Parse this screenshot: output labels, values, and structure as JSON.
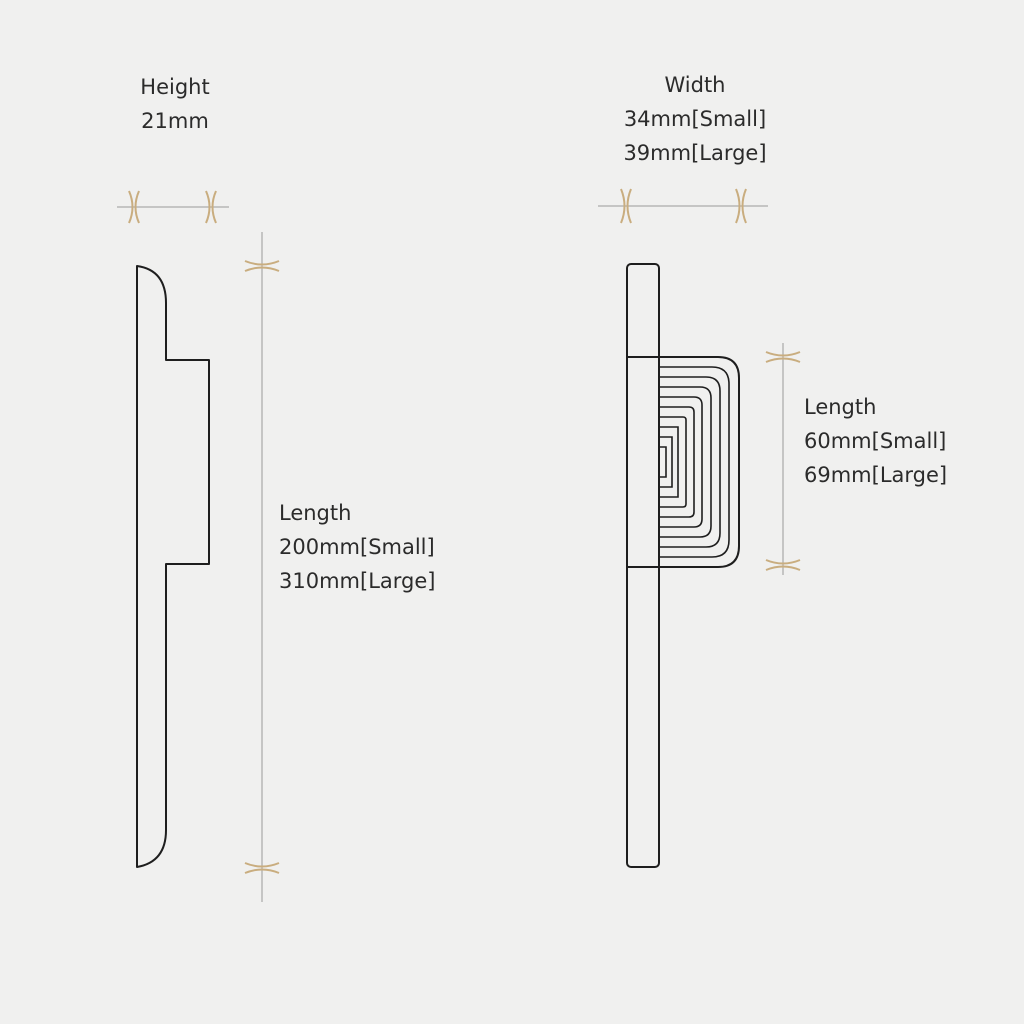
{
  "accent_color": "#c9ad7f",
  "outline_color": "#1e1e1e",
  "dimension_line_color": "#9a9a9a",
  "height": {
    "title": "Height",
    "value": "21mm"
  },
  "width": {
    "title": "Width",
    "small": "34mm[Small]",
    "large": "39mm[Large]"
  },
  "length": {
    "title": "Length",
    "small": "200mm[Small]",
    "large": "310mm[Large]"
  },
  "knob_length": {
    "title": "Length",
    "small": "60mm[Small]",
    "large": "69mm[Large]"
  }
}
